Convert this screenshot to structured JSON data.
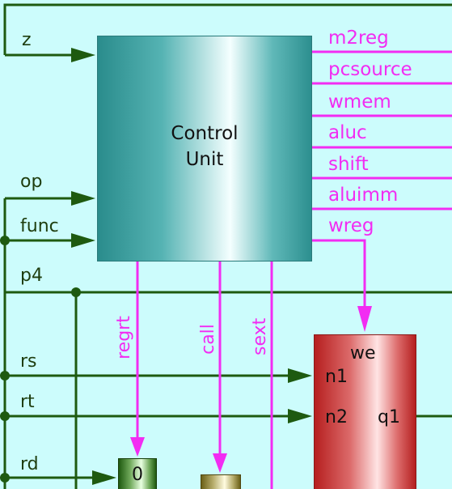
{
  "control_unit": {
    "title": "Control\nUnit"
  },
  "inputs": {
    "z": "z",
    "op": "op",
    "func": "func",
    "p4": "p4",
    "rs": "rs",
    "rt": "rt",
    "rd": "rd"
  },
  "outputs": [
    "m2reg",
    "pcsource",
    "wmem",
    "aluc",
    "shift",
    "aluimm",
    "wreg"
  ],
  "vertical_signals": {
    "regrt": "regrt",
    "call": "call",
    "sext": "sext"
  },
  "register_file": {
    "we": "we",
    "n1": "n1",
    "n2": "n2",
    "q1": "q1"
  },
  "mux": {
    "select_label": "0"
  },
  "colors": {
    "background": "#ccfcfc",
    "wire_dark": "#1e5a10",
    "signal_magenta": "#f22cf2",
    "control_unit": "#2a8c8c",
    "register_file": "#b61f1f"
  }
}
